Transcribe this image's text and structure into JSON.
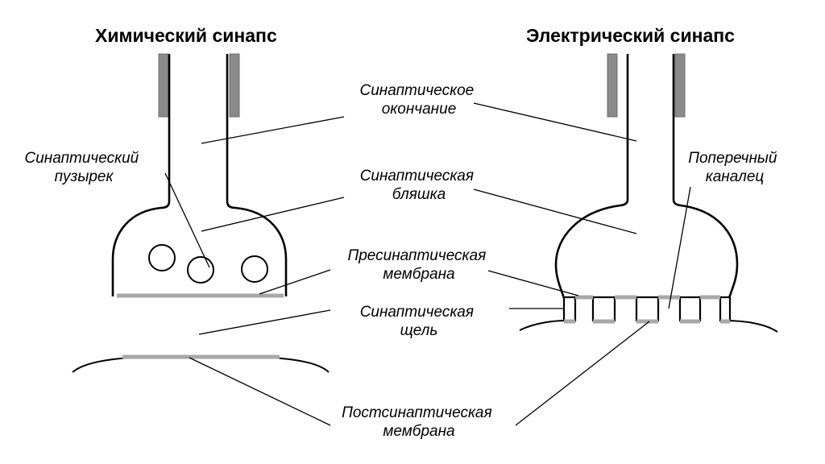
{
  "titles": {
    "chemical": "Химический синапс",
    "electrical": "Электрический синапс"
  },
  "labels": {
    "synaptic_ending": [
      "Синаптическое",
      "окончание"
    ],
    "synaptic_vesicle": [
      "Синаптический",
      "пузырек"
    ],
    "synaptic_plaque": [
      "Синаптическая",
      "бляшка"
    ],
    "transverse_channel": [
      "Поперечный",
      "каналец"
    ],
    "presynaptic_membrane": [
      "Пресинаптическая",
      "мембрана"
    ],
    "synaptic_cleft": [
      "Синаптическая",
      "щель"
    ],
    "postsynaptic_membrane": [
      "Постсинаптическая",
      "мембрана"
    ]
  },
  "colors": {
    "outline": "#000000",
    "myelin": "#8a8a8a",
    "membrane": "#a8a8a8",
    "background": "#ffffff"
  }
}
